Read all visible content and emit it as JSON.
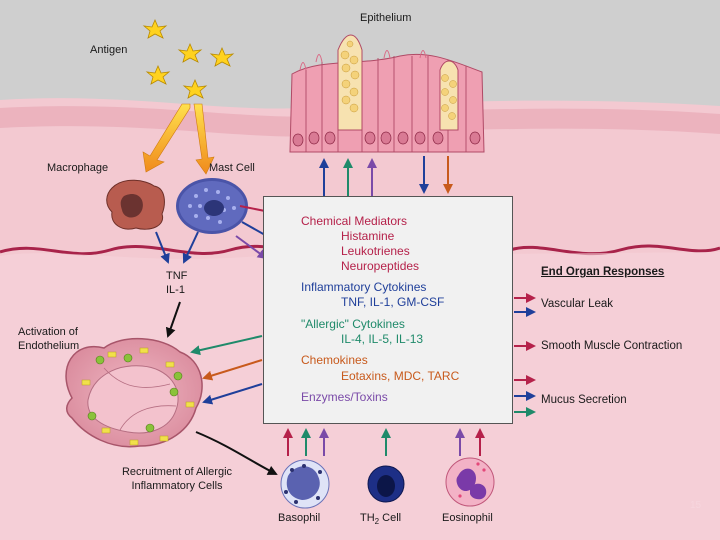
{
  "labels": {
    "antigen": "Antigen",
    "epithelium": "Epithelium",
    "macrophage": "Macrophage",
    "mast_cell": "Mast Cell",
    "tnf": "TNF",
    "il1": "IL-1",
    "activation": "Activation of",
    "endothelium": "Endothelium",
    "recruitment_line1": "Recruitment of Allergic",
    "recruitment_line2": "Inflammatory Cells",
    "basophil": "Basophil",
    "th_main": "TH",
    "th_sub": "2",
    "th_rest": " Cell",
    "eosinophil": "Eosinophil"
  },
  "mediators": {
    "chemical_title": "Chemical Mediators",
    "histamine": "Histamine",
    "leukotrienes": "Leukotrienes",
    "neuropeptides": "Neuropeptides",
    "inflammatory_title": "Inflammatory Cytokines",
    "inflammatory_items": "TNF, IL-1, GM-CSF",
    "allergic_title": "\"Allergic\" Cytokines",
    "allergic_items": "IL-4, IL-5, IL-13",
    "chemokines_title": "Chemokines",
    "chemokines_items": "Eotaxins, MDC, TARC",
    "enzymes_title": "Enzymes/Toxins"
  },
  "end_organ": {
    "title": "End Organ Responses",
    "vascular_leak": "Vascular Leak",
    "smooth_muscle": "Smooth Muscle Contraction",
    "mucus": "Mucus Secretion"
  },
  "slide_number": "15",
  "colors": {
    "chemical": "#b5214a",
    "inflammatory": "#1f3f9a",
    "allergic": "#1f8a6a",
    "chemokines": "#c85a1c",
    "enzymes": "#7a4aa8",
    "tissue": "#f3c9d1",
    "tissue_dark": "#e8a9b6",
    "air": "#cfcfcf"
  }
}
